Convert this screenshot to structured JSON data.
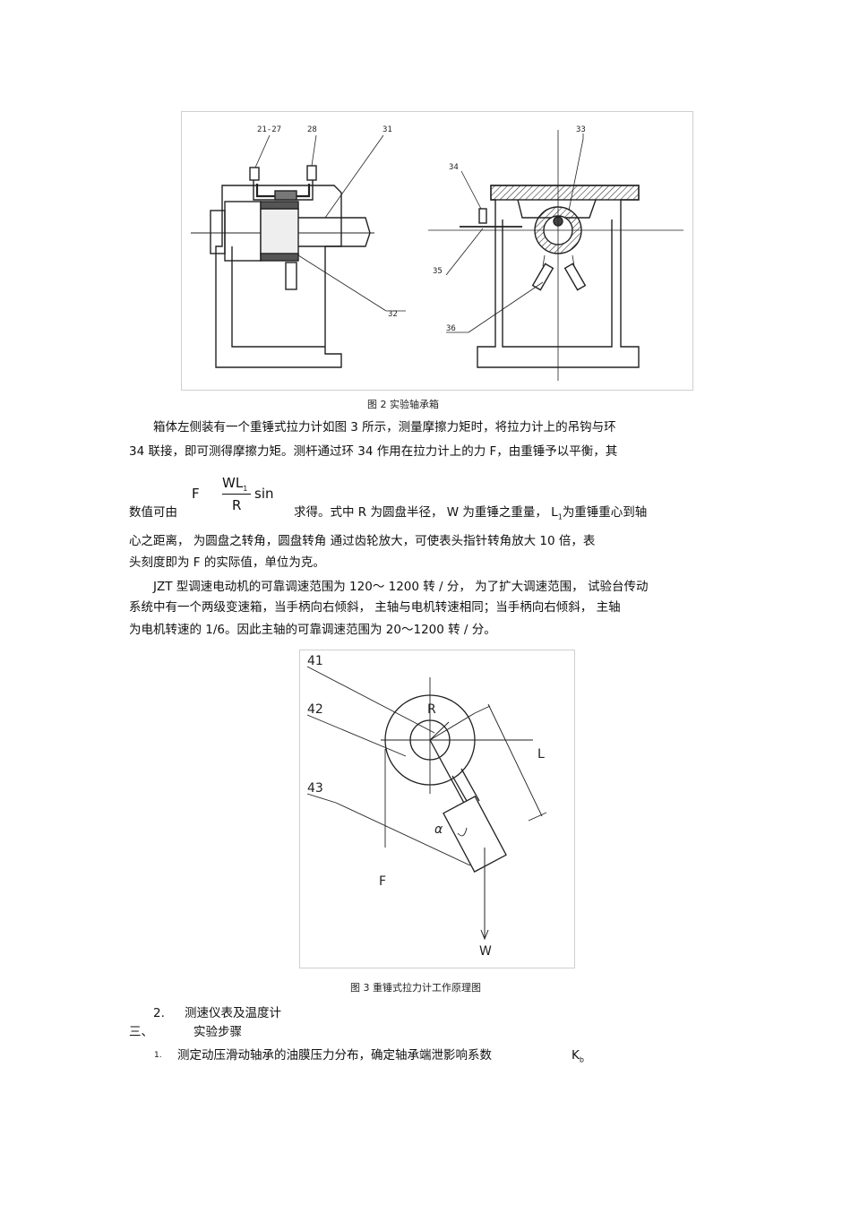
{
  "figure2": {
    "caption": "图 2  实验轴承箱",
    "labels": [
      "21-27",
      "28",
      "31",
      "32",
      "33",
      "34",
      "35",
      "36"
    ]
  },
  "paragraph1": {
    "line1": "箱体左侧装有一个重锤式拉力计如图        3 所示，测量摩擦力矩时，将拉力计上的吊钩与环",
    "line2": "34 联接，即可测得摩擦力矩。测杆通过环        34 作用在拉力计上的力    F，由重锤予以平衡，其",
    "line3_pre": "数值可由",
    "formula_F": "F",
    "formula_num": "WL",
    "formula_num_sub": "1",
    "formula_den": "R",
    "formula_sin": "sin",
    "line3_post": "求得。式中    R 为圆盘半径，   W 为重锤之重量，     L",
    "line3_sub": "1",
    "line3_end": "为重锤重心到轴",
    "line4": "心之距离，       为圆盘之转角，圆盘转角          通过齿轮放大，可使表头指针转角放大        10 倍，表",
    "line5": "头刻度即为    F 的实际值，单位为克。"
  },
  "paragraph2": {
    "line1": "JZT 型调速电动机的可靠调速范围为        120～ 1200 转 / 分，  为了扩大调速范围，    试验台传动",
    "line2": "系统中有一个两级变速箱，当手柄向右倾斜，          主轴与电机转速相同；当手柄向右倾斜，          主轴",
    "line3": "为电机转速的    1/6。因此主轴的可靠调速范围为        20～1200 转 / 分。"
  },
  "figure3": {
    "caption": "图 3  重锤式拉力计工作原理图",
    "labels": [
      "41",
      "42",
      "43",
      "R",
      "L",
      "α",
      "F",
      "W"
    ]
  },
  "section": {
    "item2_num": "2.",
    "item2_text": "测速仪表及温度计",
    "heading_num": "三、",
    "heading_text": "实验步骤",
    "step1_num": "1.",
    "step1_text": "测定动压滑动轴承的油膜压力分布，确定轴承端泄影响系数",
    "step1_symbol": "K",
    "step1_sub": "b"
  }
}
